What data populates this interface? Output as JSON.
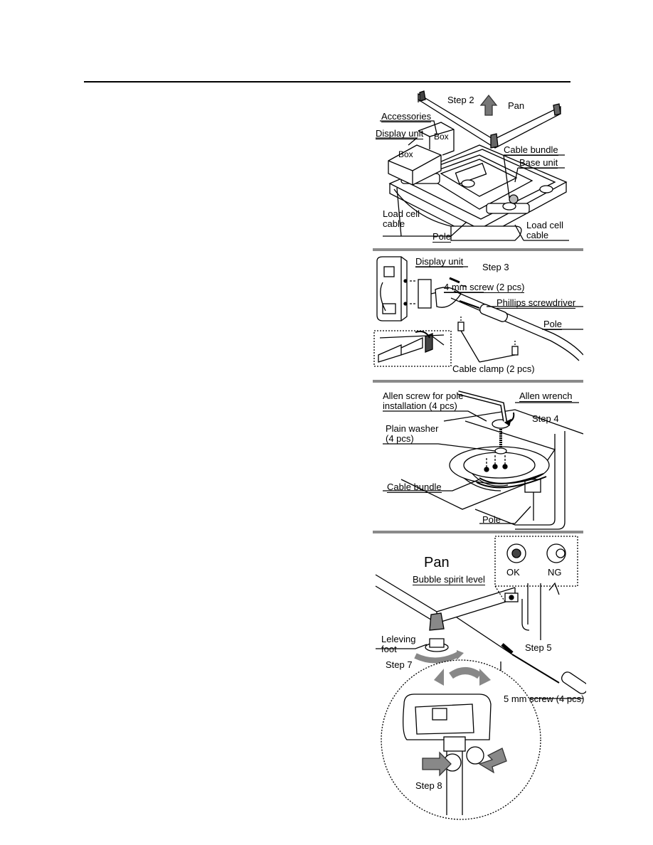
{
  "step2": {
    "step": "Step 2",
    "pan": "Pan",
    "accessories": "Accessories",
    "display_unit": "Display unit",
    "box_1": "Box",
    "box_2": "Box",
    "cable_bundle": "Cable bundle",
    "base_unit": "Base unit",
    "load_cell_cable_left": "Load cell\ncable",
    "load_cell_cable_right": "Load cell\ncable",
    "pole": "Pole"
  },
  "step3": {
    "display_unit": "Display unit",
    "step": "Step 3",
    "screw": "4 mm screw (2 pcs)",
    "screwdriver": "Phillips screwdriver",
    "pole": "Pole",
    "cable_clamp": "Cable clamp (2 pcs)"
  },
  "step4": {
    "allen_screw": "Allen screw for pole\ninstallation (4 pcs)",
    "allen_wrench": "Allen wrench",
    "step": "Step 4",
    "plain_washer": "Plain washer\n(4 pcs)",
    "cable_bundle": "Cable bundle",
    "pole": "Pole"
  },
  "step5": {
    "pan": "Pan",
    "ok": "OK",
    "ng": "NG",
    "bubble_level": "Bubble spirit level",
    "leveling_foot": "Leleving\nfoot",
    "step5": "Step 5",
    "step7": "Step 7",
    "screw": "5 mm screw (4 pcs)",
    "step8": "Step 8"
  }
}
